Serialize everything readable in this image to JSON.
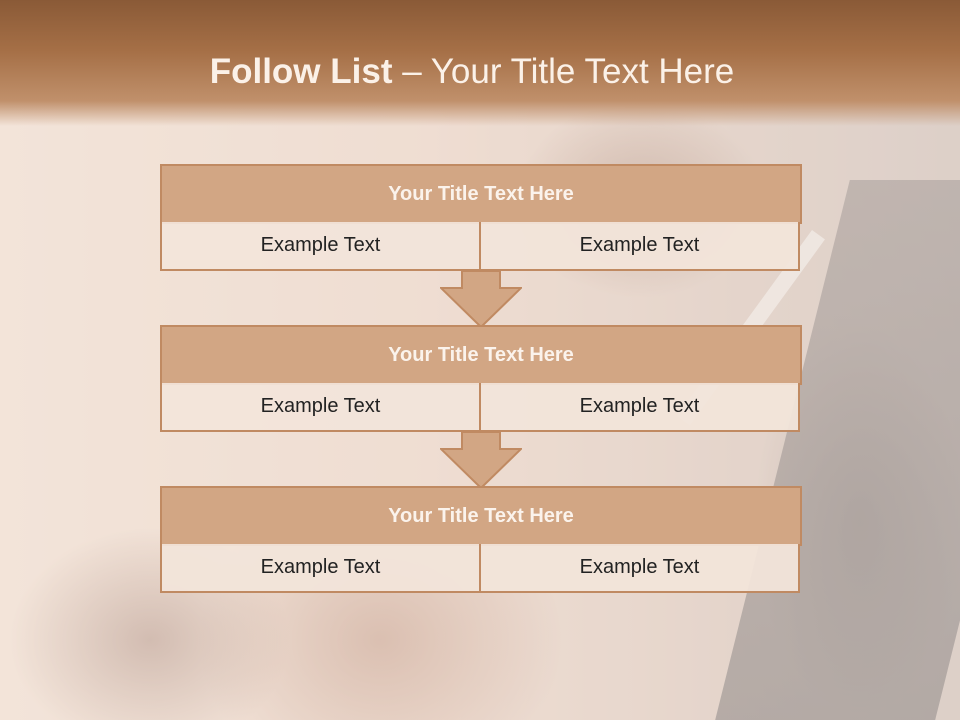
{
  "header": {
    "title_bold": "Follow List",
    "title_rest": " – Your Title Text Here"
  },
  "steps": [
    {
      "title": "Your Title Text Here",
      "left": "Example Text",
      "right": "Example Text"
    },
    {
      "title": "Your Title Text Here",
      "left": "Example Text",
      "right": "Example Text"
    },
    {
      "title": "Your Title Text Here",
      "left": "Example Text",
      "right": "Example Text"
    }
  ],
  "colors": {
    "header_brown": "#a56f46",
    "box_fill": "#d2a684",
    "box_border": "#c08a62",
    "cell_fill": "#f2e4da"
  }
}
